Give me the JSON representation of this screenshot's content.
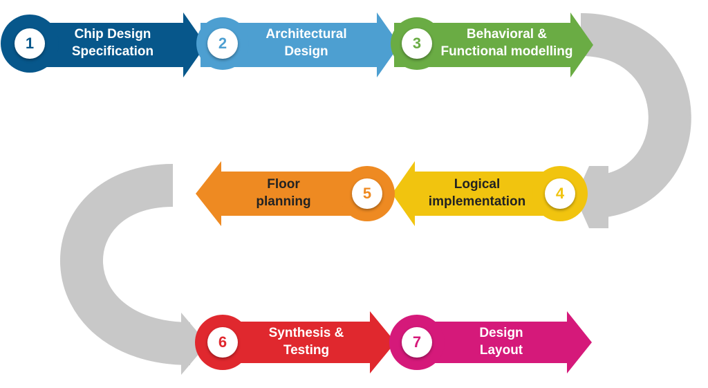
{
  "steps": [
    {
      "number": "1",
      "line1": "Chip Design",
      "line2": "Specification",
      "color": "#07578b"
    },
    {
      "number": "2",
      "line1": "Architectural",
      "line2": "Design",
      "color": "#4d9fd1"
    },
    {
      "number": "3",
      "line1": "Behavioral &",
      "line2": "Functional modelling",
      "color": "#6aac44"
    },
    {
      "number": "4",
      "line1": "Logical",
      "line2": "implementation",
      "color": "#f1c40f"
    },
    {
      "number": "5",
      "line1": "Floor",
      "line2": "planning",
      "color": "#ee8a22"
    },
    {
      "number": "6",
      "line1": "Synthesis &",
      "line2": "Testing",
      "color": "#e0282e"
    },
    {
      "number": "7",
      "line1": "Design",
      "line2": "Layout",
      "color": "#d5197a"
    }
  ],
  "connector_color": "#c8c8c8"
}
